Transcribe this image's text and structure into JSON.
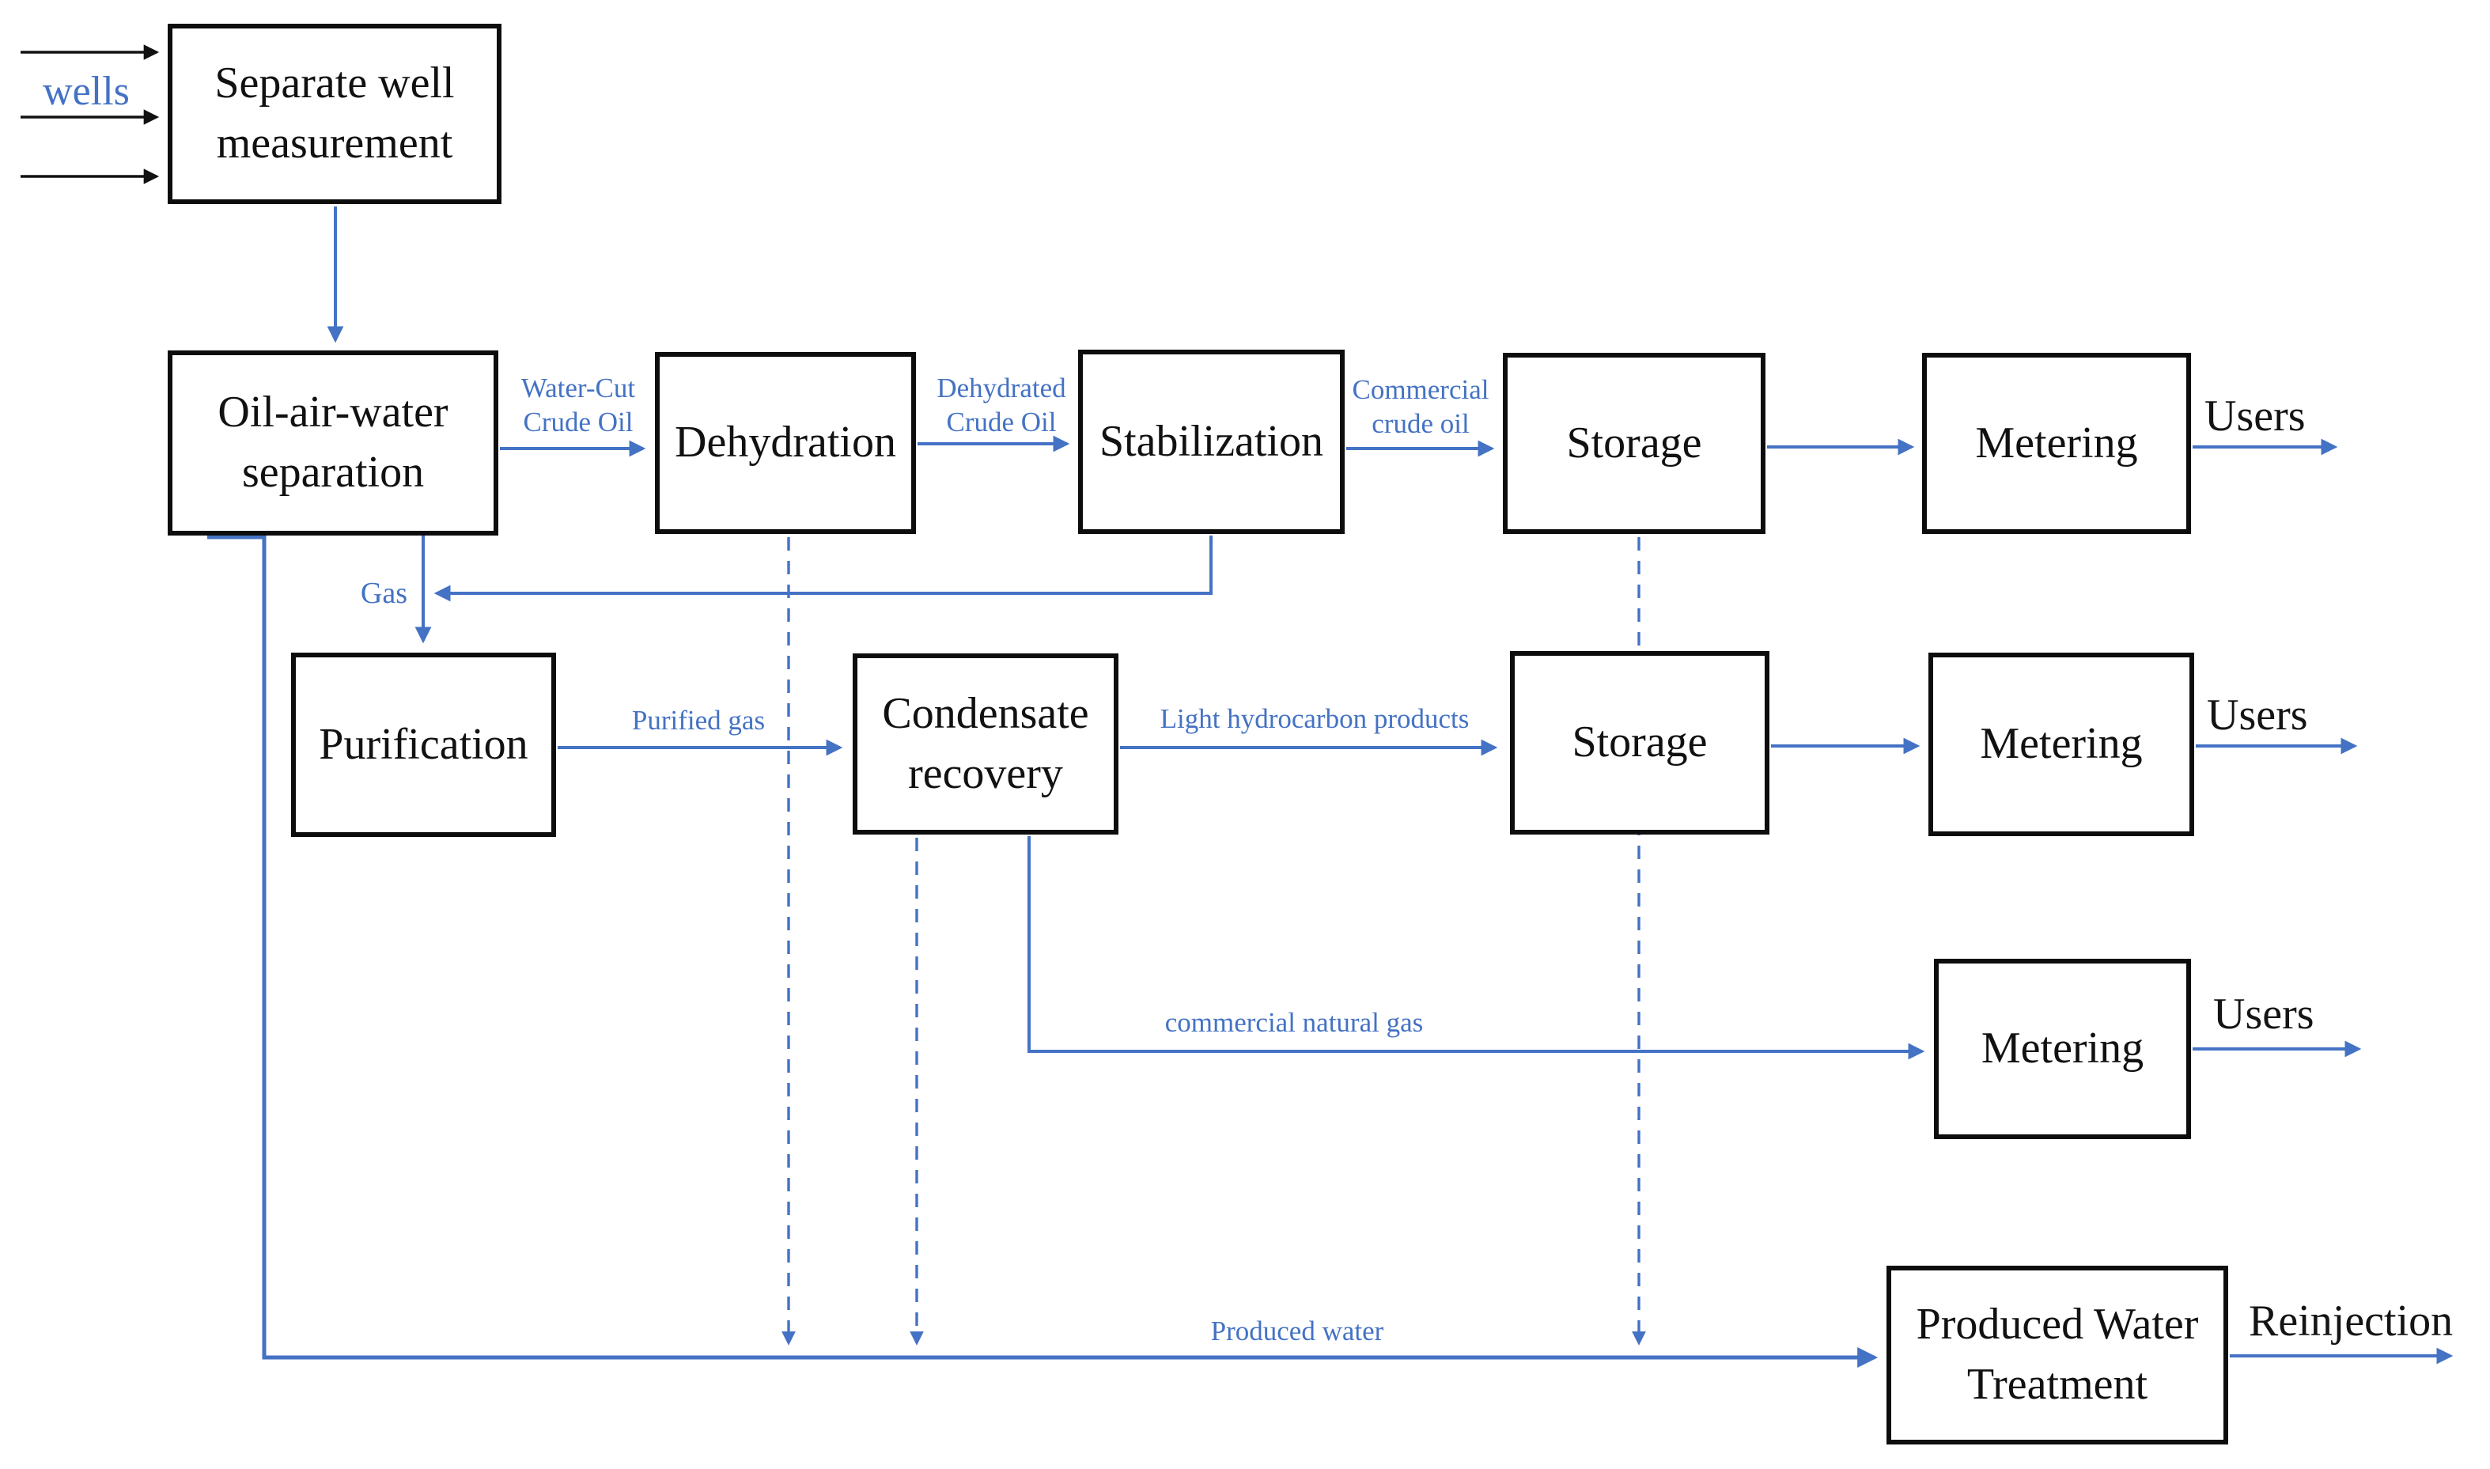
{
  "diagram": {
    "description": "Oil and gas field surface processing flow diagram",
    "colors": {
      "flow_line_blue": "#4472C4",
      "box_border_black": "#0d0d0d",
      "box_text_black": "#111111",
      "background": "#ffffff"
    }
  },
  "nodes": {
    "separate_well": {
      "label": "Separate well measurement"
    },
    "oil_air_water": {
      "label": "Oil-air-water separation"
    },
    "dehydration": {
      "label": "Dehydration"
    },
    "stabilization": {
      "label": "Stabilization"
    },
    "storage_top": {
      "label": "Storage"
    },
    "metering_top": {
      "label": "Metering"
    },
    "purification": {
      "label": "Purification"
    },
    "condensate": {
      "label": "Condensate recovery"
    },
    "storage_mid": {
      "label": "Storage"
    },
    "metering_mid": {
      "label": "Metering"
    },
    "metering_gas": {
      "label": "Metering"
    },
    "pwt": {
      "label": "Produced Water Treatment"
    }
  },
  "edge_labels": {
    "wells": "wells",
    "water_cut": "Water-Cut Crude Oil",
    "dehydrated": "Dehydrated Crude Oil",
    "commercial_crude": "Commercial crude oil",
    "gas": "Gas",
    "purified_gas": "Purified gas",
    "light_hydrocarbon": "Light hydrocarbon products",
    "commercial_natural_gas": "commercial natural gas",
    "produced_water": "Produced water",
    "users_top": "Users",
    "users_mid": "Users",
    "users_gas": "Users",
    "reinjection": "Reinjection"
  }
}
